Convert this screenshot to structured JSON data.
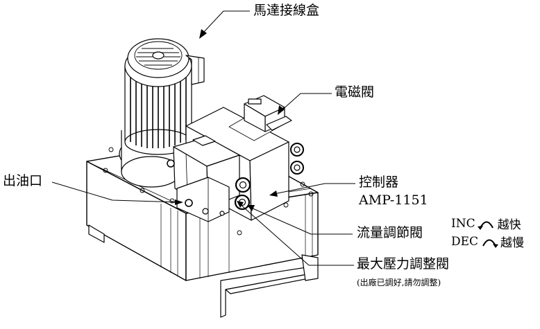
{
  "labels": {
    "motor_junction_box": "馬達接線盒",
    "solenoid_valve": "電磁閥",
    "oil_outlet": "出油口",
    "controller": "控制器",
    "controller_model": "AMP-1151",
    "flow_control_valve": "流量調節閥",
    "max_pressure_valve": "最大壓力調整閥",
    "max_pressure_note": "(出廠已調好,請勿調整)"
  },
  "flow_legend": {
    "inc": {
      "label": "INC",
      "desc": "越快"
    },
    "dec": {
      "label": "DEC",
      "desc": "越慢"
    }
  }
}
